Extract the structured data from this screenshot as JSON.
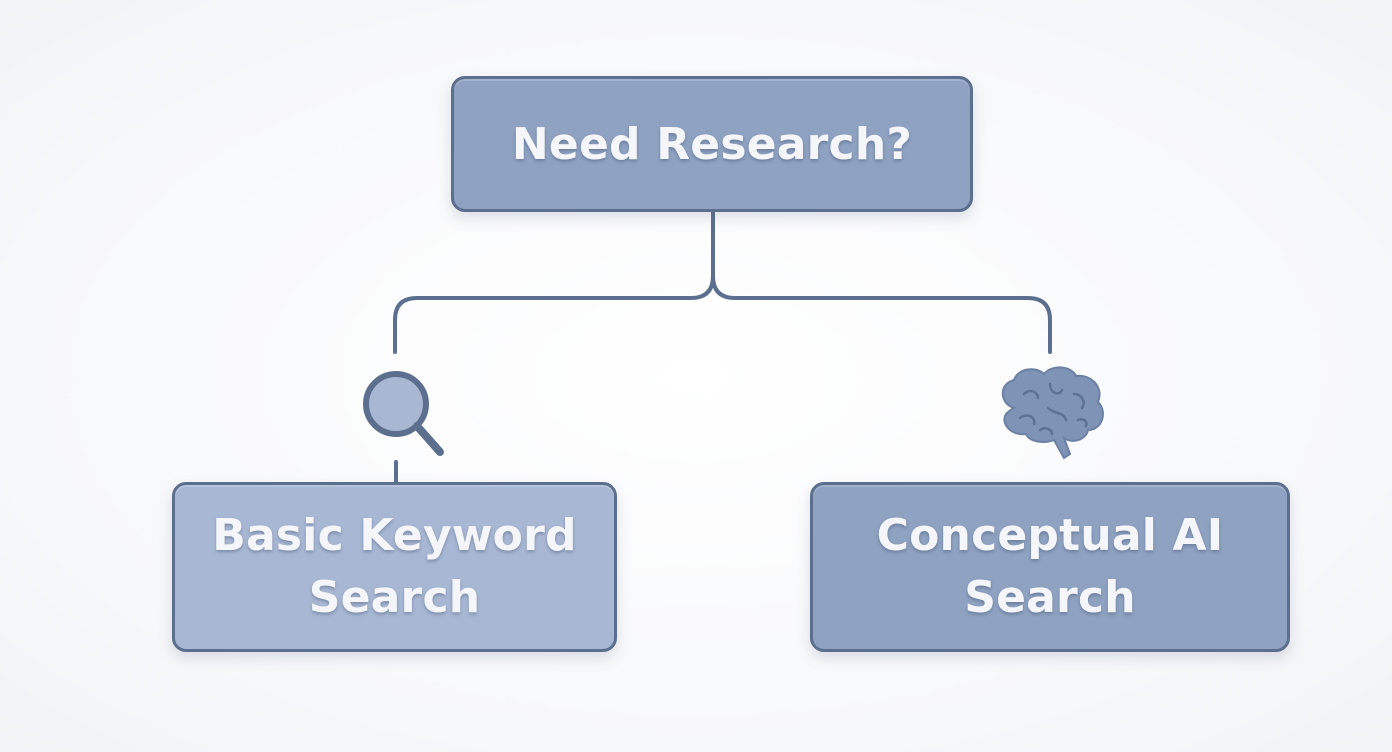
{
  "diagram": {
    "root": {
      "label": "Need Research?"
    },
    "options": [
      {
        "label_line1": "Basic Keyword",
        "label_line2": "Search",
        "icon": "search-icon"
      },
      {
        "label_line1": "Conceptual AI",
        "label_line2": "Search",
        "icon": "brain-icon"
      }
    ]
  },
  "colors": {
    "line": "#5c6f8e",
    "root_fill": "#8fa2c2",
    "left_fill": "#a8b8d4",
    "right_fill": "#8fa2c2",
    "text": "#f4f6fa"
  }
}
